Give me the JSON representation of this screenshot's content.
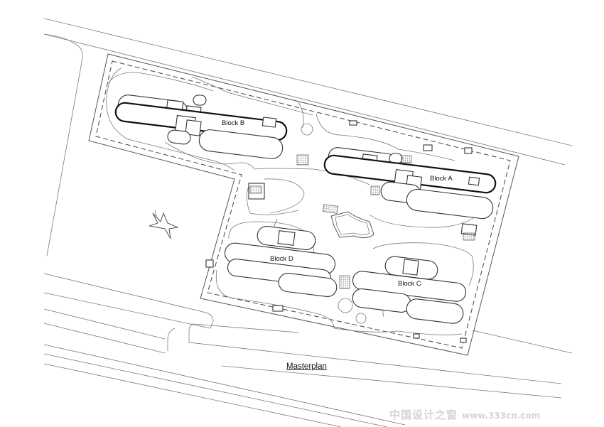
{
  "caption": "Masterplan",
  "blocks": {
    "a": "Block A",
    "b": "Block B",
    "c": "Block C",
    "d": "Block D"
  },
  "watermark": {
    "name": "中国设计之窗",
    "url": "www.333cn.com"
  }
}
